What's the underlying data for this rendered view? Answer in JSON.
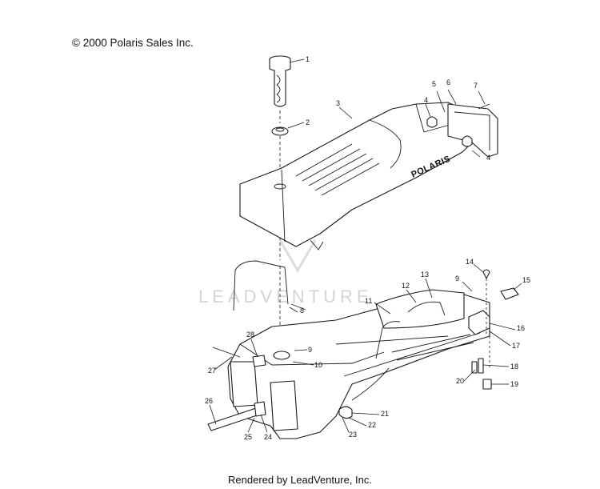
{
  "header": {
    "copyright": "© 2000 Polaris Sales Inc."
  },
  "footer": {
    "rendered_by": "Rendered by LeadVenture, Inc."
  },
  "watermark": {
    "text": "LEADVENTURE"
  },
  "diagram": {
    "brand_decal": "POLARIS",
    "callouts": [
      "1",
      "2",
      "3",
      "4",
      "5",
      "6",
      "7",
      "4",
      "8",
      "9",
      "10",
      "11",
      "12",
      "13",
      "14",
      "9",
      "15",
      "16",
      "17",
      "18",
      "19",
      "20",
      "21",
      "22",
      "23",
      "24",
      "25",
      "26",
      "27",
      "28"
    ]
  }
}
